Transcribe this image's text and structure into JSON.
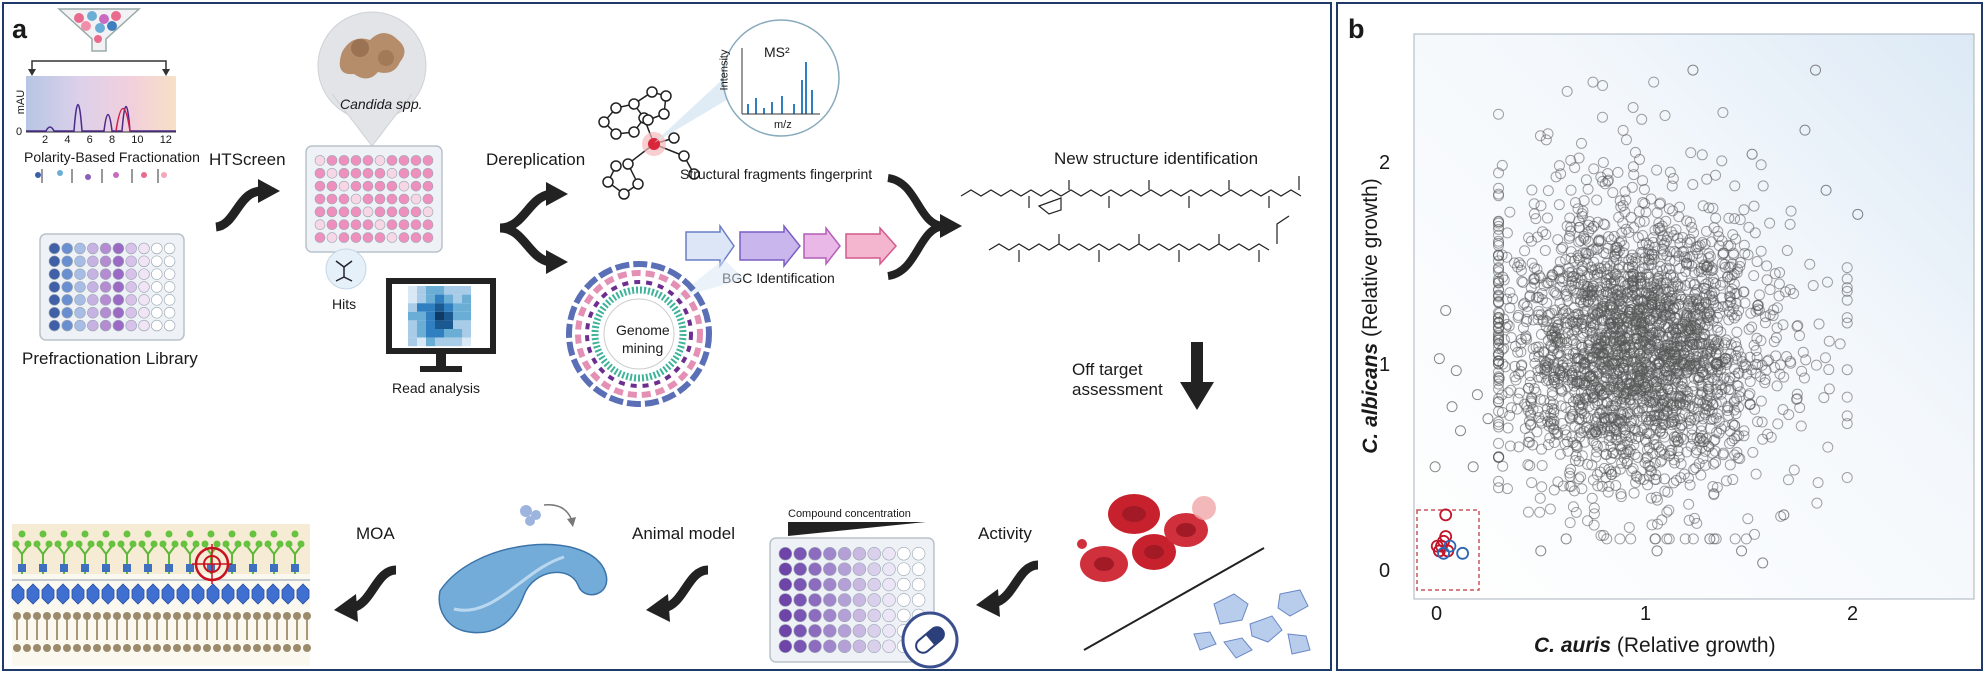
{
  "panel_a": {
    "label": "a",
    "chromatogram": {
      "ylabel": "mAU",
      "ytick": "0",
      "xticks": [
        "2",
        "4",
        "6",
        "8",
        "10",
        "12"
      ],
      "caption": "Polarity-Based Fractionation"
    },
    "library_label": "Prefractionation Library",
    "htscreen_label": "HTScreen",
    "pathogen_label": "Candida spp.",
    "hits_label": "Hits",
    "read_analysis_label": "Read analysis",
    "dereplication_label": "Dereplication",
    "fragments_label": "Structural fragments fingerprint",
    "ms_title": "MS²",
    "ms_ylabel": "Intensity",
    "ms_xlabel": "m/z",
    "bgc_label": "BGC Identification",
    "genome_mining_label_1": "Genome",
    "genome_mining_label_2": "mining",
    "new_structure_label": "New structure identification",
    "off_target_label_1": "Off target",
    "off_target_label_2": "assessment",
    "activity_label": "Activity",
    "compound_conc_label": "Compound concentration",
    "animal_model_label": "Animal model",
    "moa_label": "MOA"
  },
  "panel_b": {
    "label": "b",
    "chart_data": {
      "type": "scatter",
      "xlabel_bold": "C. auris",
      "xlabel_rest": " (Relative growth)",
      "ylabel_bold": "C. albicans",
      "ylabel_rest": " (Relative growth)",
      "xlim": [
        -0.1,
        2.55
      ],
      "ylim": [
        -0.1,
        2.25
      ],
      "xticks": [
        "0",
        "1",
        "2"
      ],
      "yticks": [
        "0",
        "1",
        "2"
      ],
      "marker_color": "#555555",
      "highlight_colors": [
        "#c0152a",
        "#2f67b1"
      ],
      "cluster": {
        "center": [
          0.95,
          0.95
        ],
        "spread": [
          0.28,
          0.26
        ],
        "n": 2600
      },
      "outlier_points": [
        [
          1.22,
          2.1
        ],
        [
          1.8,
          2.1
        ],
        [
          0.75,
          1.45
        ],
        [
          1.5,
          1.75
        ],
        [
          1.85,
          1.6
        ],
        [
          0.05,
          1.1
        ],
        [
          0.02,
          0.9
        ],
        [
          0.1,
          0.85
        ],
        [
          0.2,
          0.75
        ],
        [
          0.25,
          0.65
        ],
        [
          0.12,
          0.6
        ],
        [
          0.18,
          0.45
        ],
        [
          0.0,
          0.45
        ],
        [
          1.3,
          0.15
        ],
        [
          1.45,
          0.1
        ],
        [
          1.55,
          0.05
        ],
        [
          1.05,
          0.1
        ],
        [
          0.5,
          0.1
        ],
        [
          0.62,
          0.15
        ],
        [
          1.65,
          0.25
        ],
        [
          2.0,
          1.5
        ],
        [
          1.75,
          1.85
        ],
        [
          0.3,
          1.05
        ],
        [
          0.08,
          0.7
        ]
      ],
      "highlight_points": [
        {
          "x": 0.04,
          "y": 0.14,
          "series": 0
        },
        {
          "x": 0.03,
          "y": 0.12,
          "series": 0
        },
        {
          "x": 0.06,
          "y": 0.1,
          "series": 0
        },
        {
          "x": 0.02,
          "y": 0.1,
          "series": 0
        },
        {
          "x": 0.05,
          "y": 0.16,
          "series": 0
        },
        {
          "x": 0.05,
          "y": 0.25,
          "series": 0
        },
        {
          "x": 0.01,
          "y": 0.12,
          "series": 0
        },
        {
          "x": 0.04,
          "y": 0.09,
          "series": 1
        },
        {
          "x": 0.07,
          "y": 0.12,
          "series": 1
        },
        {
          "x": 0.13,
          "y": 0.09,
          "series": 1
        }
      ]
    }
  }
}
